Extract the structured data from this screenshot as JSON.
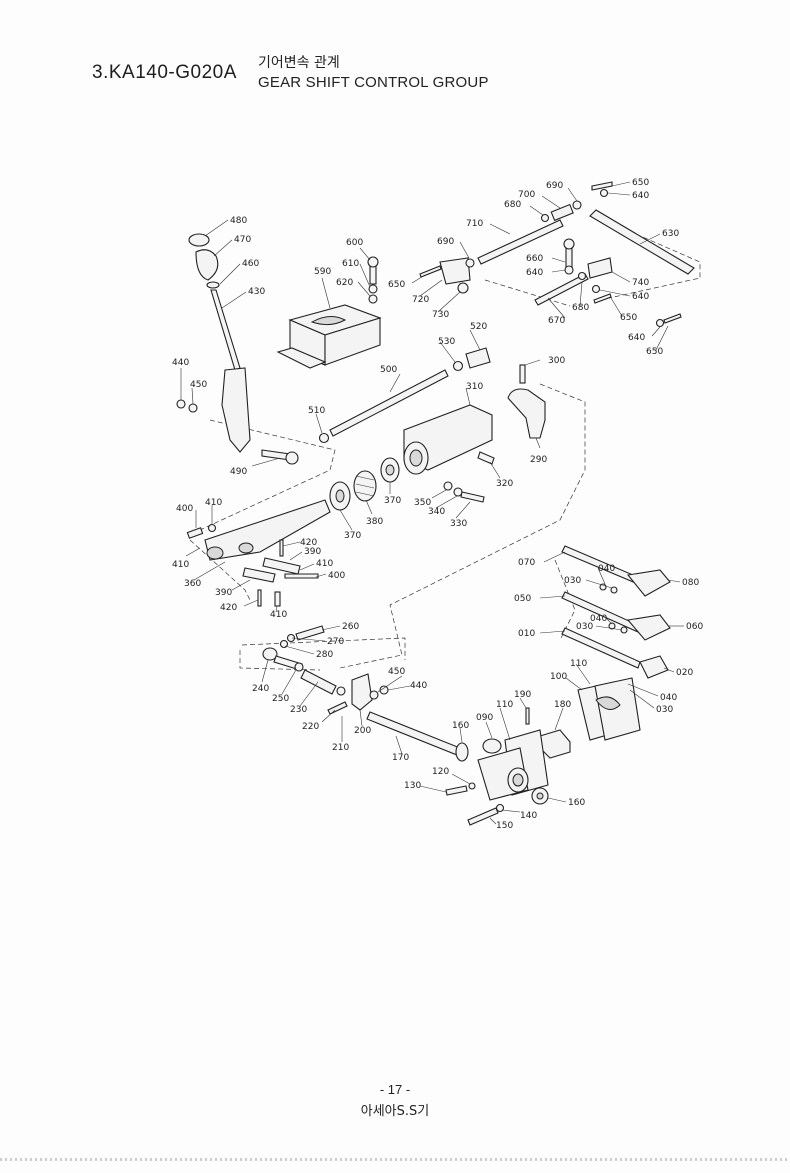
{
  "header": {
    "group_code": "3.KA140-G020A",
    "title_ko": "기어변속 관계",
    "title_en": "GEAR SHIFT CONTROL GROUP"
  },
  "footer": {
    "page_number": "- 17 -",
    "model": "아세아S.S기"
  },
  "callouts": [
    {
      "id": "c650a",
      "label": "650"
    },
    {
      "id": "c640a",
      "label": "640"
    },
    {
      "id": "c690a",
      "label": "690"
    },
    {
      "id": "c700",
      "label": "700"
    },
    {
      "id": "c680a",
      "label": "680"
    },
    {
      "id": "c710",
      "label": "710"
    },
    {
      "id": "c630",
      "label": "630"
    },
    {
      "id": "c690b",
      "label": "690"
    },
    {
      "id": "c660",
      "label": "660"
    },
    {
      "id": "c640b",
      "label": "640"
    },
    {
      "id": "c740",
      "label": "740"
    },
    {
      "id": "c640c",
      "label": "640"
    },
    {
      "id": "c680b",
      "label": "680"
    },
    {
      "id": "c650b",
      "label": "650"
    },
    {
      "id": "c670",
      "label": "670"
    },
    {
      "id": "c640d",
      "label": "640"
    },
    {
      "id": "c650c",
      "label": "650"
    },
    {
      "id": "c480",
      "label": "480"
    },
    {
      "id": "c470",
      "label": "470"
    },
    {
      "id": "c460",
      "label": "460"
    },
    {
      "id": "c430",
      "label": "430"
    },
    {
      "id": "c600",
      "label": "600"
    },
    {
      "id": "c610",
      "label": "610"
    },
    {
      "id": "c590",
      "label": "590"
    },
    {
      "id": "c620",
      "label": "620"
    },
    {
      "id": "c650d",
      "label": "650"
    },
    {
      "id": "c720",
      "label": "720"
    },
    {
      "id": "c730",
      "label": "730"
    },
    {
      "id": "c520",
      "label": "520"
    },
    {
      "id": "c530",
      "label": "530"
    },
    {
      "id": "c300",
      "label": "300"
    },
    {
      "id": "c500",
      "label": "500"
    },
    {
      "id": "c310",
      "label": "310"
    },
    {
      "id": "c440a",
      "label": "440"
    },
    {
      "id": "c450a",
      "label": "450"
    },
    {
      "id": "c510",
      "label": "510"
    },
    {
      "id": "c290",
      "label": "290"
    },
    {
      "id": "c490",
      "label": "490"
    },
    {
      "id": "c320",
      "label": "320"
    },
    {
      "id": "c370a",
      "label": "370"
    },
    {
      "id": "c350",
      "label": "350"
    },
    {
      "id": "c340",
      "label": "340"
    },
    {
      "id": "c380",
      "label": "380"
    },
    {
      "id": "c330",
      "label": "330"
    },
    {
      "id": "c370b",
      "label": "370"
    },
    {
      "id": "c400a",
      "label": "400"
    },
    {
      "id": "c410a",
      "label": "410"
    },
    {
      "id": "c420a",
      "label": "420"
    },
    {
      "id": "c390a",
      "label": "390"
    },
    {
      "id": "c410b",
      "label": "410"
    },
    {
      "id": "c410c",
      "label": "410"
    },
    {
      "id": "c400b",
      "label": "400"
    },
    {
      "id": "c360",
      "label": "360"
    },
    {
      "id": "c390b",
      "label": "390"
    },
    {
      "id": "c420b",
      "label": "420"
    },
    {
      "id": "c410d",
      "label": "410"
    },
    {
      "id": "c070",
      "label": "070"
    },
    {
      "id": "c040a",
      "label": "040"
    },
    {
      "id": "c030a",
      "label": "030"
    },
    {
      "id": "c080",
      "label": "080"
    },
    {
      "id": "c050",
      "label": "050"
    },
    {
      "id": "c040b",
      "label": "040"
    },
    {
      "id": "c030b",
      "label": "030"
    },
    {
      "id": "c060",
      "label": "060"
    },
    {
      "id": "c010",
      "label": "010"
    },
    {
      "id": "c110a",
      "label": "110"
    },
    {
      "id": "c020",
      "label": "020"
    },
    {
      "id": "c100",
      "label": "100"
    },
    {
      "id": "c040c",
      "label": "040"
    },
    {
      "id": "c030c",
      "label": "030"
    },
    {
      "id": "c260",
      "label": "260"
    },
    {
      "id": "c270",
      "label": "270"
    },
    {
      "id": "c280",
      "label": "280"
    },
    {
      "id": "c450b",
      "label": "450"
    },
    {
      "id": "c440b",
      "label": "440"
    },
    {
      "id": "c240",
      "label": "240"
    },
    {
      "id": "c250",
      "label": "250"
    },
    {
      "id": "c230",
      "label": "230"
    },
    {
      "id": "c220",
      "label": "220"
    },
    {
      "id": "c210",
      "label": "210"
    },
    {
      "id": "c200",
      "label": "200"
    },
    {
      "id": "c190",
      "label": "190"
    },
    {
      "id": "c110b",
      "label": "110"
    },
    {
      "id": "c180",
      "label": "180"
    },
    {
      "id": "c160a",
      "label": "160"
    },
    {
      "id": "c090",
      "label": "090"
    },
    {
      "id": "c170",
      "label": "170"
    },
    {
      "id": "c120",
      "label": "120"
    },
    {
      "id": "c130",
      "label": "130"
    },
    {
      "id": "c140",
      "label": "140"
    },
    {
      "id": "c150",
      "label": "150"
    },
    {
      "id": "c160b",
      "label": "160"
    }
  ]
}
